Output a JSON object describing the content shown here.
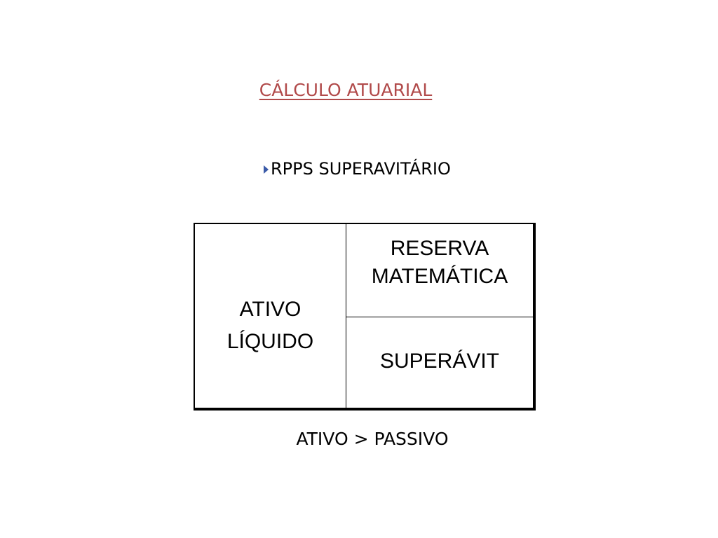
{
  "slide": {
    "title": "CÁLCULO ATUARIAL",
    "bullet": "RPPS SUPERAVITÁRIO",
    "footer": "ATIVO > PASSIVO"
  },
  "diagram": {
    "left": {
      "line1": "ATIVO",
      "line2": "LÍQUIDO"
    },
    "right_top": {
      "line1": "RESERVA",
      "line2": "MATEMÁTICA"
    },
    "right_bottom": "SUPERÁVIT"
  },
  "colors": {
    "title": "#b14a4a",
    "bullet_arrow": "#3a5aa8"
  }
}
